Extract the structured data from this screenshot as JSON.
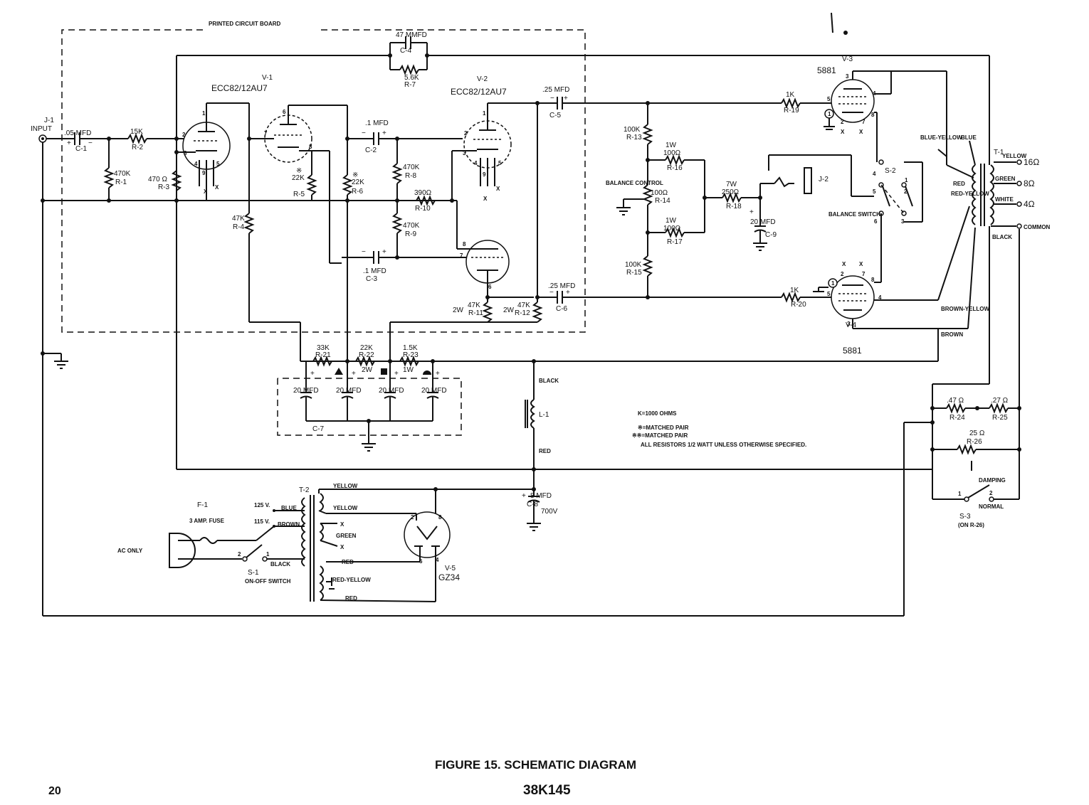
{
  "figure": {
    "title": "FIGURE 15.  SCHEMATIC DIAGRAM",
    "part_number": "38K145",
    "page_number": "20"
  },
  "pcb_label": "PRINTED CIRCUIT BOARD",
  "input": {
    "name": "J-1",
    "label": "INPUT"
  },
  "tubes": {
    "v1": {
      "name": "V-1",
      "type": "ECC82/12AU7"
    },
    "v2": {
      "name": "V-2",
      "type": "ECC82/12AU7"
    },
    "v3": {
      "name": "V-3",
      "type": "5881"
    },
    "v4": {
      "name": "V-4",
      "type": "5881"
    },
    "v5": {
      "name": "V-5",
      "type": "GZ34"
    }
  },
  "capacitors": {
    "c1": {
      "value": ".05   MFD",
      "name": "C-1"
    },
    "c2": {
      "value": ".1 MFD",
      "name": "C-2"
    },
    "c3": {
      "value": ".1 MFD",
      "name": "C-3"
    },
    "c4": {
      "value": "47 MMFD",
      "name": "C-4"
    },
    "c5": {
      "value": ".25 MFD",
      "name": "C-5"
    },
    "c6": {
      "value": ".25 MFD",
      "name": "C-6"
    },
    "c7": {
      "name": "C-7",
      "value": "20 MFD"
    },
    "c8": {
      "value": "8 MFD",
      "name": "C-8",
      "voltage": "700V"
    },
    "c9": {
      "value": "20 MFD",
      "name": "C-9"
    }
  },
  "resistors": {
    "r1": {
      "value": "470K",
      "name": "R-1"
    },
    "r2": {
      "value": "15K",
      "name": "R-2"
    },
    "r3": {
      "value": "470 Ω",
      "name": "R-3"
    },
    "r4": {
      "value": "47K",
      "name": "R-4"
    },
    "r5": {
      "value": "22K",
      "name": "R-5"
    },
    "r6": {
      "value": "22K",
      "name": "R-6"
    },
    "r7": {
      "value": "5.6K",
      "name": "R-7"
    },
    "r8": {
      "value": "470K",
      "name": "R-8"
    },
    "r9": {
      "value": "470K",
      "name": "R-9"
    },
    "r10": {
      "value": "390Ω",
      "name": "R-10"
    },
    "r11": {
      "value": "47K",
      "name": "R-11",
      "watt": "2W"
    },
    "r12": {
      "value": "47K",
      "name": "R-12",
      "watt": "2W"
    },
    "r13": {
      "value": "100K",
      "name": "R-13"
    },
    "r14": {
      "value": "100Ω",
      "name": "R-14"
    },
    "r15": {
      "value": "100K",
      "name": "R-15"
    },
    "r16": {
      "value": "100Ω",
      "name": "R-16",
      "watt": "1W"
    },
    "r17": {
      "value": "100Ω",
      "name": "R-17",
      "watt": "1W"
    },
    "r18": {
      "value": "250Ω",
      "name": "R-18",
      "watt": "7W"
    },
    "r19": {
      "value": "1K",
      "name": "R-19"
    },
    "r20": {
      "value": "1K",
      "name": "R-20"
    },
    "r21": {
      "value": "33K",
      "name": "R-21"
    },
    "r22": {
      "value": "22K",
      "name": "R-22",
      "watt": "2W"
    },
    "r23": {
      "value": "1.5K",
      "name": "R-23",
      "watt": "1W"
    },
    "r24": {
      "value": ".47 Ω",
      "name": "R-24"
    },
    "r25": {
      "value": ".27 Ω",
      "name": "R-25"
    },
    "r26": {
      "value": "25 Ω",
      "name": "R-26"
    }
  },
  "labels": {
    "balance_control": "BALANCE CONTROL",
    "balance_switch": "BALANCE SWITCH",
    "j2": "J-2",
    "s2": "S-2",
    "t1": "T-1",
    "t2": "T-2",
    "l1": "L-1",
    "f1": "F-1",
    "fuse": "3 AMP. FUSE",
    "ac_only": "AC ONLY",
    "s1": "S-1",
    "s1_desc": "ON-OFF SWITCH",
    "s3": "S-3",
    "s3_desc": "(ON R-26)",
    "damping": "DAMPING",
    "normal": "NORMAL",
    "v125": "125 V.",
    "v115": "115 V.",
    "blue": "BLUE",
    "brown": "BROWN",
    "black": "BLACK",
    "yellow": "YELLOW",
    "green": "GREEN",
    "red": "RED",
    "red_yellow": "RED-YELLOW",
    "white": "WHITE",
    "blue_yellow": "BLUE-YELLOW",
    "brown_yellow": "BROWN-YELLOW",
    "common": "COMMON",
    "ohm16": "16Ω",
    "ohm8": "8Ω",
    "ohm4": "4Ω"
  },
  "notes": [
    "K=1000  OHMS",
    "※=MATCHED PAIR",
    "※※=MATCHED PAIR",
    "ALL RESISTORS 1/2 WATT UNLESS OTHERWISE SPECIFIED."
  ]
}
